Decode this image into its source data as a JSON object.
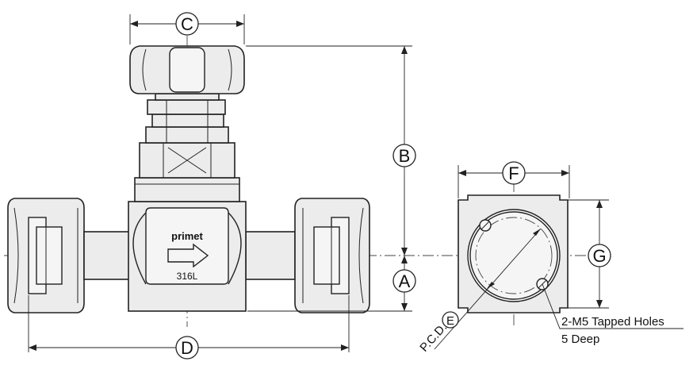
{
  "dimensions": {
    "a": "A",
    "b": "B",
    "c": "C",
    "d": "D",
    "e": "E",
    "f": "F",
    "g": "G"
  },
  "labels": {
    "brand": "primet",
    "material": "316L",
    "pcd_prefix": "P.C.D.",
    "tapped_holes": "2-M5 Tapped Holes",
    "depth": "5 Deep"
  }
}
